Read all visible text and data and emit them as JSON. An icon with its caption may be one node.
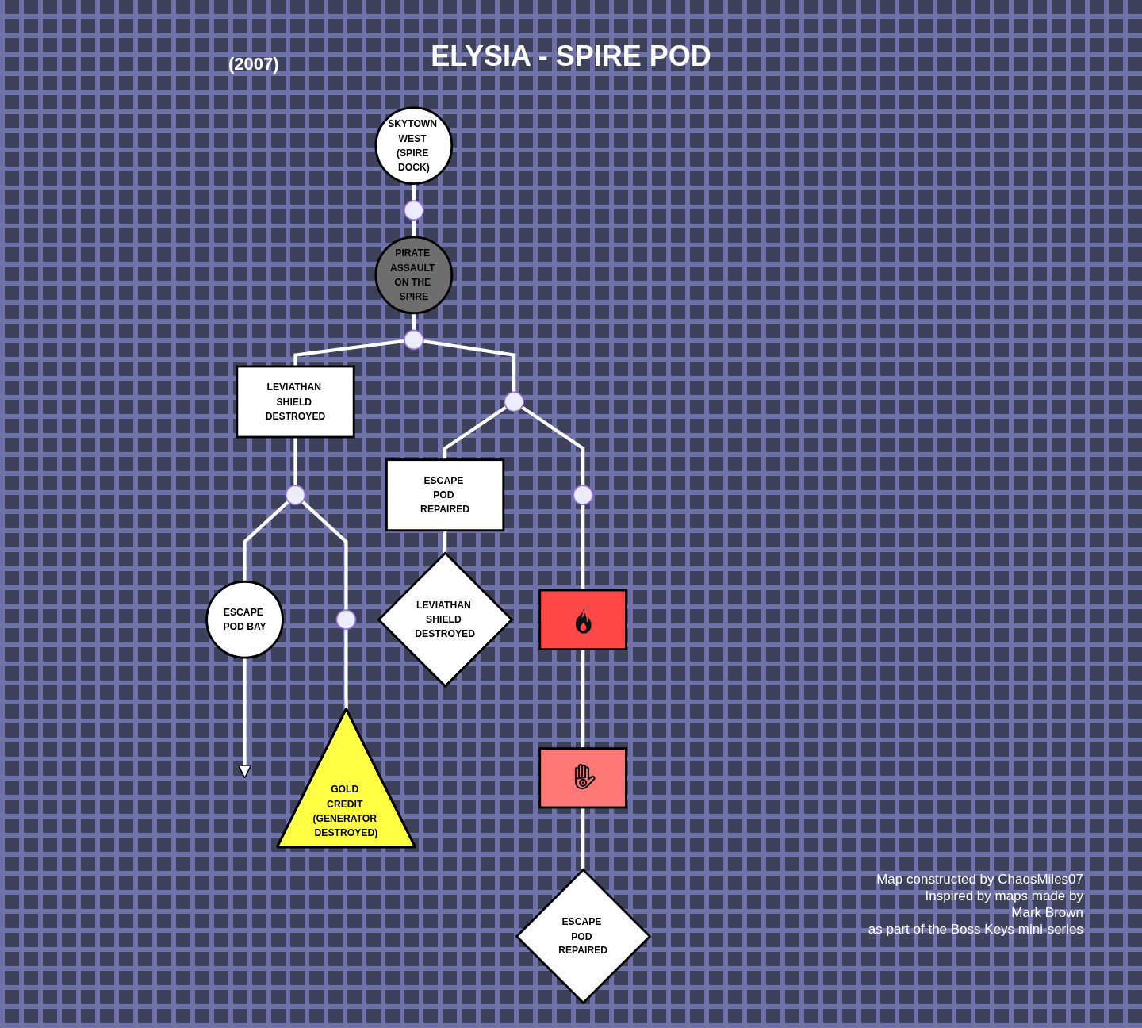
{
  "diagram": {
    "title": "ELYSIA - SPIRE POD",
    "nodes": [
      {
        "text": [
          "SKYTOWN WEST (SPIRE DOCK)"
        ]
      },
      {
        "text": [],
        "shape": "circle"
      },
      {
        "text": [
          "PIRATE ASSAULT ON THE SPIRE"
        ]
      },
      {
        "text": [],
        "shape": "circle"
      },
      {
        "text": [],
        "shape": "circle"
      },
      {
        "text": [],
        "shape": "circle"
      },
      {
        "text": [
          "LEVIATHAN SHIELD DESTROYED"
        ]
      },
      {
        "text": [
          "ESCAPE POD REPAIRED"
        ]
      },
      {
        "text": [],
        "shape": "box"
      },
      {
        "text": [],
        "shape": "circle"
      },
      {
        "text": [],
        "shape": "circle"
      },
      {
        "text": [
          "LEVIATHAN SHIELD DESTROYED"
        ]
      },
      {
        "text": [],
        "shape": "box"
      },
      {
        "text": [
          "ESCAPE POD BAY"
        ]
      },
      {
        "text": [
          "GOLD CREDIT (GENERATOR DESTROYED)"
        ]
      },
      {
        "text": [
          "ESCAPE POD REPAIRED"
        ]
      }
    ],
    "edges": [
      {
        "from": 0,
        "to": 1,
        "arrow": "none"
      },
      {
        "from": 1,
        "to": 2,
        "arrow": "none"
      },
      {
        "from": 2,
        "to": 3,
        "arrow": "none"
      },
      {
        "from": 3,
        "to": 6,
        "arrow": "none"
      },
      {
        "from": 3,
        "to": 4,
        "arrow": "none"
      },
      {
        "from": 4,
        "to": 7,
        "arrow": "none"
      },
      {
        "from": 4,
        "to": 5,
        "arrow": "none"
      },
      {
        "from": 5,
        "to": 8,
        "arrow": "none"
      },
      {
        "from": 6,
        "to": 9,
        "arrow": "none"
      },
      {
        "from": 7,
        "to": 11,
        "arrow": "none"
      },
      {
        "from": 8,
        "to": 12,
        "arrow": "none"
      },
      {
        "from": 9,
        "to": 13,
        "arrow": "none"
      },
      {
        "from": 9,
        "to": 10,
        "arrow": "none"
      },
      {
        "from": 10,
        "to": 14,
        "arrow": "none"
      },
      {
        "from": 12,
        "to": 15,
        "arrow": "none"
      },
      {
        "from": 13,
        "to": null,
        "arrow": "to"
      }
    ],
    "labels": [
      "(2007)",
      "Map constructed by ChaosMiles07",
      "Inspired by maps made by",
      "Mark Brown",
      "as part of the Boss Keys mini-series"
    ]
  }
}
